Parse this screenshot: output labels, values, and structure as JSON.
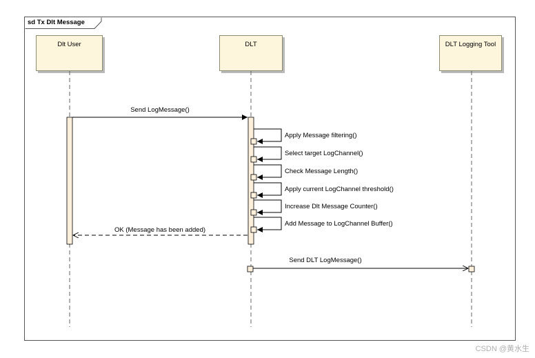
{
  "frame": {
    "title": "sd Tx Dlt Message"
  },
  "lifelines": [
    {
      "id": "dlt-user",
      "name": "Dlt User"
    },
    {
      "id": "dlt",
      "name": "DLT"
    },
    {
      "id": "dlt-logging-tool",
      "name": "DLT Logging Tool"
    }
  ],
  "messages": {
    "send_log_message": "Send LogMessage()",
    "self_calls": [
      "Apply Message filtering()",
      "Select target LogChannel()",
      "Check Message Length()",
      "Apply current LogChannel threshold()",
      "Increase Dlt Message Counter()",
      "Add Message to LogChannel Buffer()"
    ],
    "reply": "OK (Message has been added)",
    "send_dlt_log_message": "Send DLT LogMessage()"
  },
  "watermark": "CSDN @黄水生",
  "colors": {
    "head_fill": "#fdf5dc",
    "head_border": "#8c8c73",
    "activation_fill": "#fcefdc",
    "line": "#000000",
    "lifeline_dash": "#666666"
  }
}
